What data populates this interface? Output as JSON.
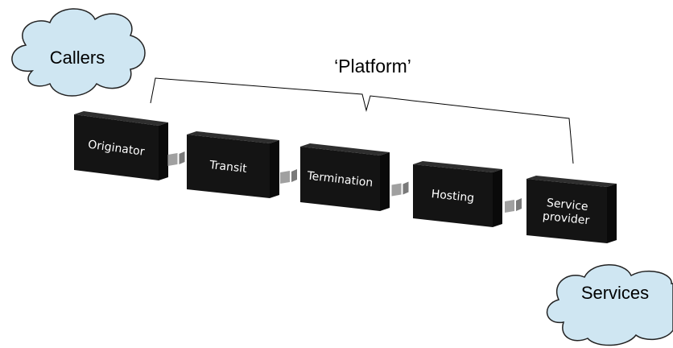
{
  "platform_label": "‘Platform’",
  "clouds": {
    "callers": "Callers",
    "services": "Services"
  },
  "boxes": [
    {
      "label_lines": [
        "Originator"
      ]
    },
    {
      "label_lines": [
        "Transit"
      ]
    },
    {
      "label_lines": [
        "Termination"
      ]
    },
    {
      "label_lines": [
        "Hosting"
      ]
    },
    {
      "label_lines": [
        "Service",
        "provider"
      ]
    }
  ],
  "colors": {
    "box_face": "#141414",
    "box_side": "#0a0a0a",
    "box_top": "#2e2e2e",
    "cloud_fill": "#cfe6f2",
    "connector": "#a0a0a0"
  }
}
